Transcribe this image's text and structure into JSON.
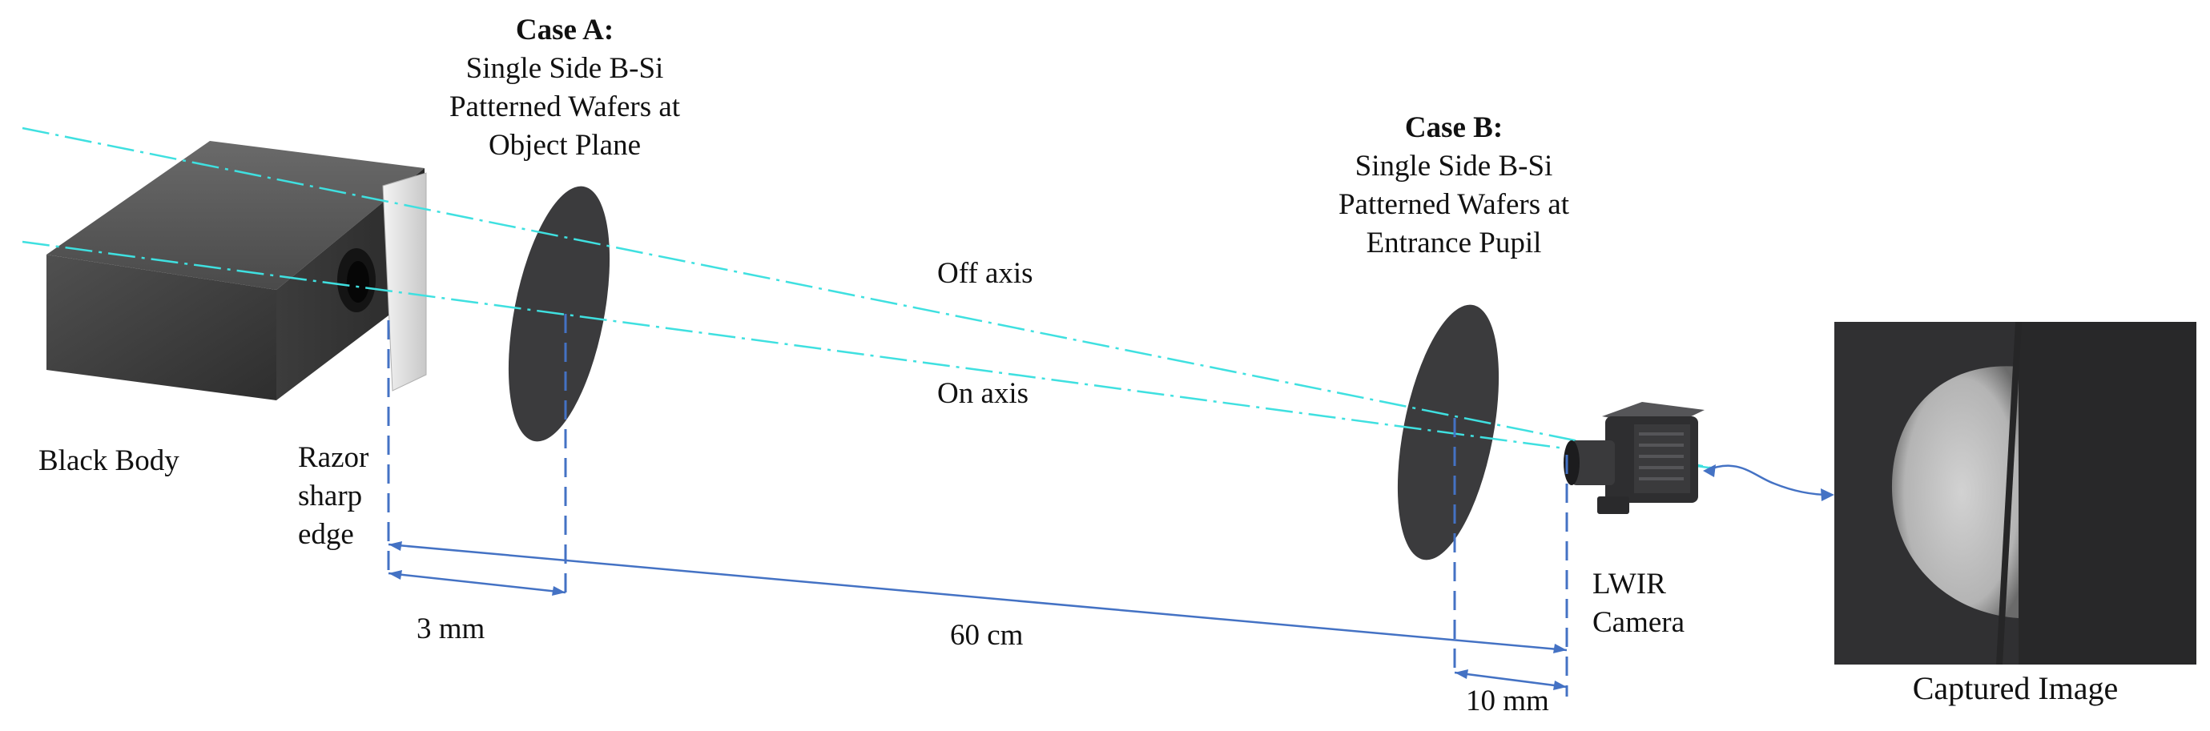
{
  "case_a": {
    "title": "Case A:",
    "lines": [
      "Single Side B-Si",
      "Patterned Wafers at",
      "Object Plane"
    ]
  },
  "case_b": {
    "title": "Case B:",
    "lines": [
      "Single Side B-Si",
      "Patterned Wafers at",
      "Entrance Pupil"
    ]
  },
  "rays": {
    "off_axis": "Off axis",
    "on_axis": "On axis",
    "color": "#3fe0e0"
  },
  "labels": {
    "black_body": "Black Body",
    "razor": [
      "Razor",
      "sharp",
      "edge"
    ],
    "camera": [
      "LWIR",
      "Camera"
    ],
    "captured": "Captured Image"
  },
  "dimensions": {
    "d_3mm": "3 mm",
    "d_60cm": "60 cm",
    "d_10mm": "10 mm",
    "color": "#4472c4"
  }
}
